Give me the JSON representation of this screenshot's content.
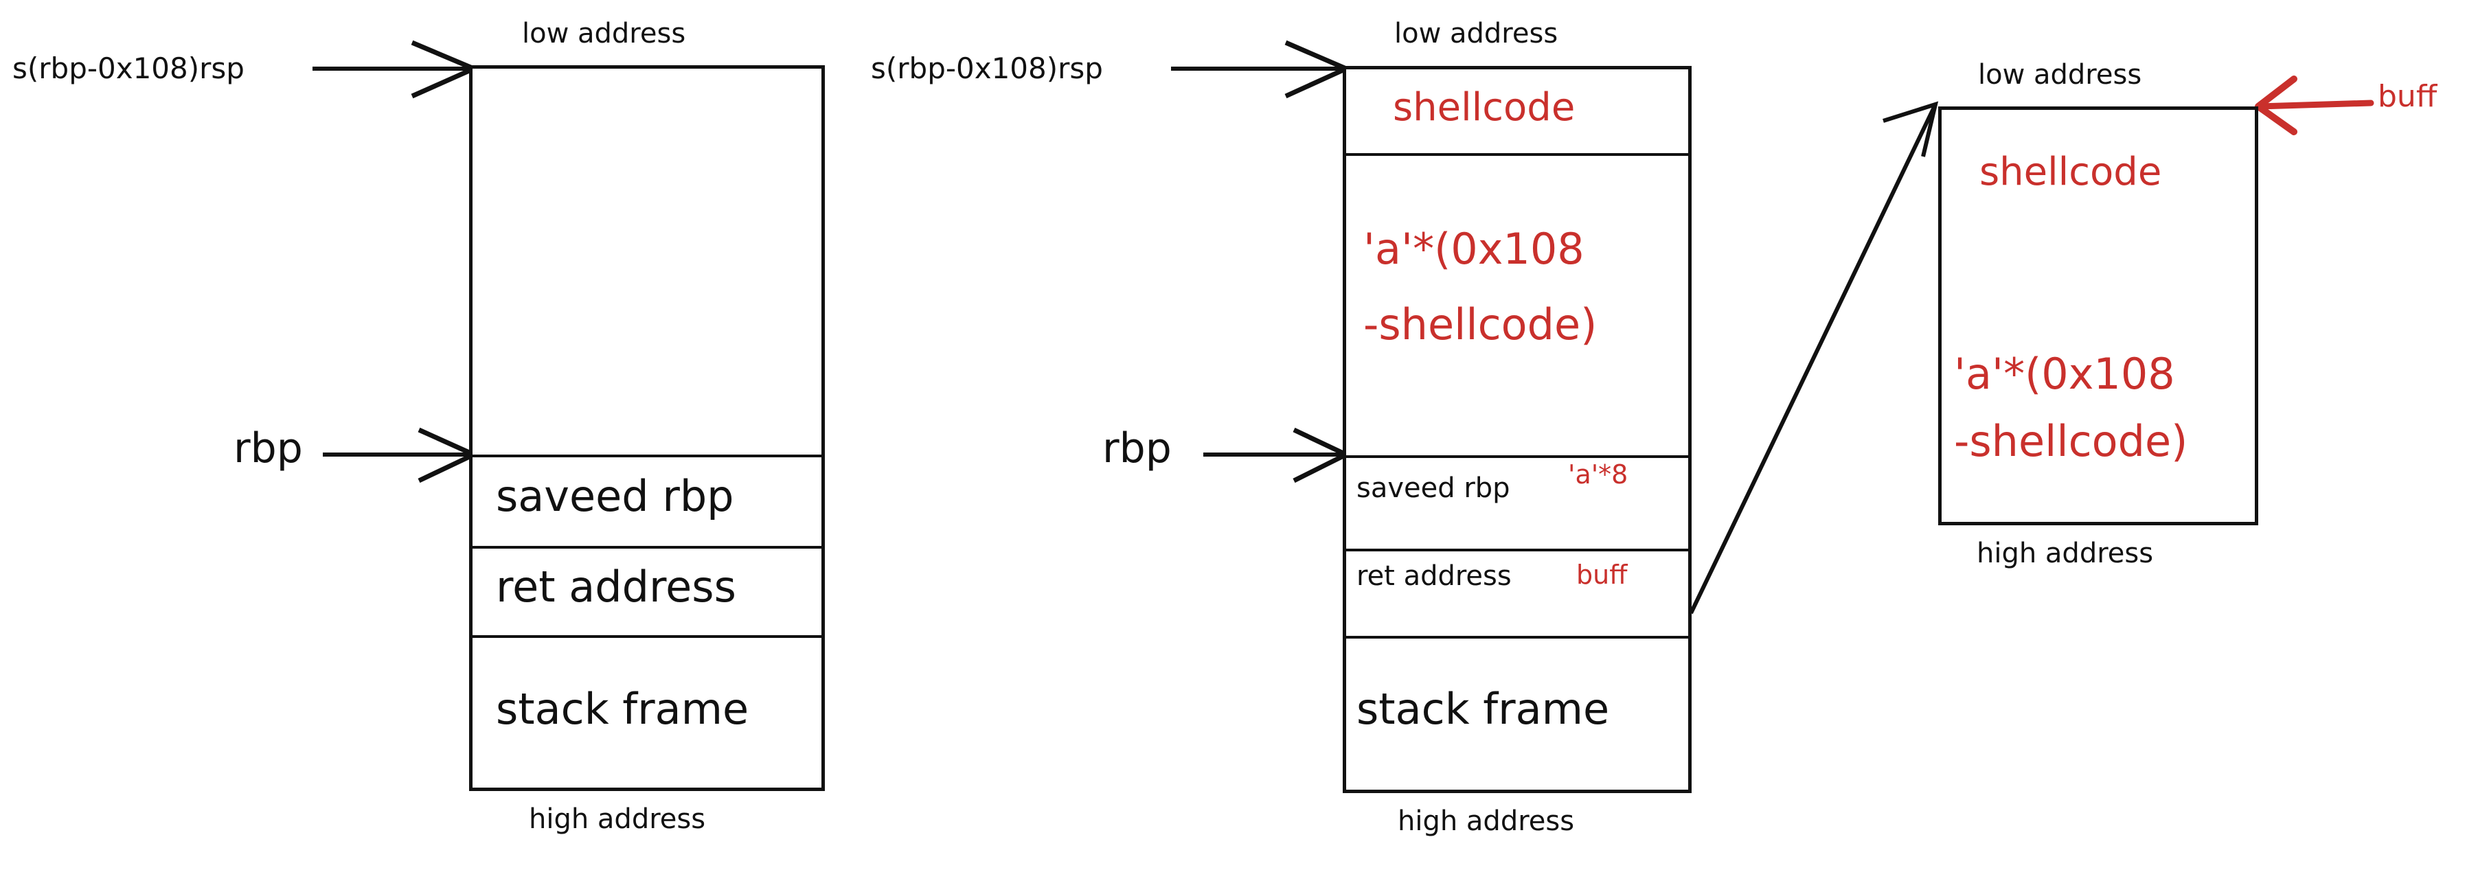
{
  "diagram": {
    "title": "stack layout / buffer overflow shellcode placement",
    "colors": {
      "ink": "#111111",
      "accent_red": "#c9302c",
      "background": "#ffffff"
    },
    "panels": [
      {
        "id": "panel-1",
        "name": "initial-stack-frame",
        "top_label": "low address",
        "bottom_label": "high address",
        "pointers": [
          {
            "name": "rsp-pointer",
            "label": "s(rbp-0x108)rsp"
          },
          {
            "name": "rbp-pointer",
            "label": "rbp"
          }
        ],
        "cells": [
          {
            "name": "buffer-region",
            "label": ""
          },
          {
            "name": "saved-rbp",
            "label": "saveed rbp"
          },
          {
            "name": "ret-address",
            "label": "ret address"
          },
          {
            "name": "stack-frame",
            "label": "stack frame"
          }
        ]
      },
      {
        "id": "panel-2",
        "name": "overflowed-stack-frame",
        "top_label": "low address",
        "bottom_label": "high address",
        "pointers": [
          {
            "name": "rsp-pointer",
            "label": "s(rbp-0x108)rsp"
          },
          {
            "name": "rbp-pointer",
            "label": "rbp"
          }
        ],
        "cells": [
          {
            "name": "shellcode-cell",
            "label": "",
            "annotation": "shellcode"
          },
          {
            "name": "padding-cell",
            "label": "",
            "annotation_line1": "'a'*(0x108",
            "annotation_line2": "-shellcode)"
          },
          {
            "name": "saved-rbp",
            "label": "saveed rbp",
            "annotation": "'a'*8"
          },
          {
            "name": "ret-address",
            "label": "ret address",
            "annotation": "buff"
          },
          {
            "name": "stack-frame",
            "label": "stack frame"
          }
        ]
      },
      {
        "id": "panel-3",
        "name": "buffer-detail",
        "top_label": "low address",
        "bottom_label": "high address",
        "pointers": [
          {
            "name": "buff-pointer",
            "label": "buff"
          }
        ],
        "cells": [
          {
            "name": "shellcode-cell",
            "annotation": "shellcode"
          },
          {
            "name": "padding-cell",
            "annotation_line1": "'a'*(0x108",
            "annotation_line2": "-shellcode)"
          }
        ]
      }
    ],
    "connector": {
      "name": "ret-to-buffer-arrow",
      "from": "panel-2 ret-address",
      "to": "panel-3 top-left"
    }
  }
}
